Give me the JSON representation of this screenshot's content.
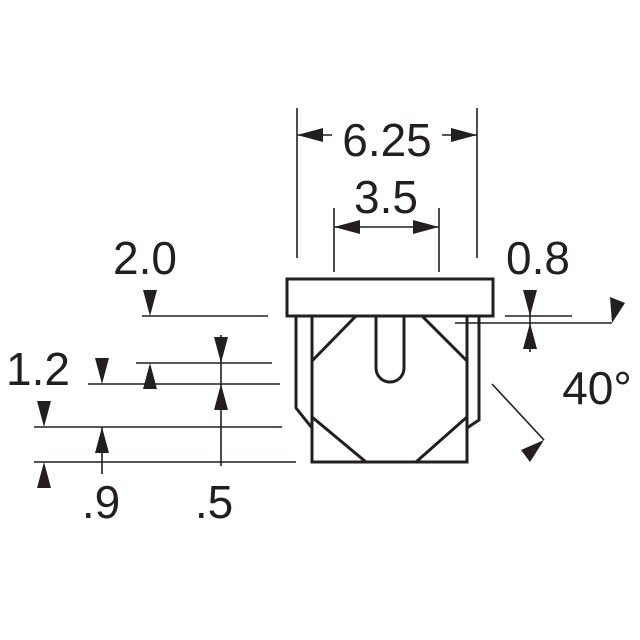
{
  "diagram": {
    "dimensions": {
      "overall_width": "6.25",
      "inner_width": "3.5",
      "cap_height": "2.0",
      "right_offset": "0.8",
      "mid_height": "1.2",
      "lower_height": ".9",
      "small_height": ".5",
      "angle": "40°"
    },
    "colors": {
      "line": "#231f20",
      "background": "#ffffff"
    }
  }
}
